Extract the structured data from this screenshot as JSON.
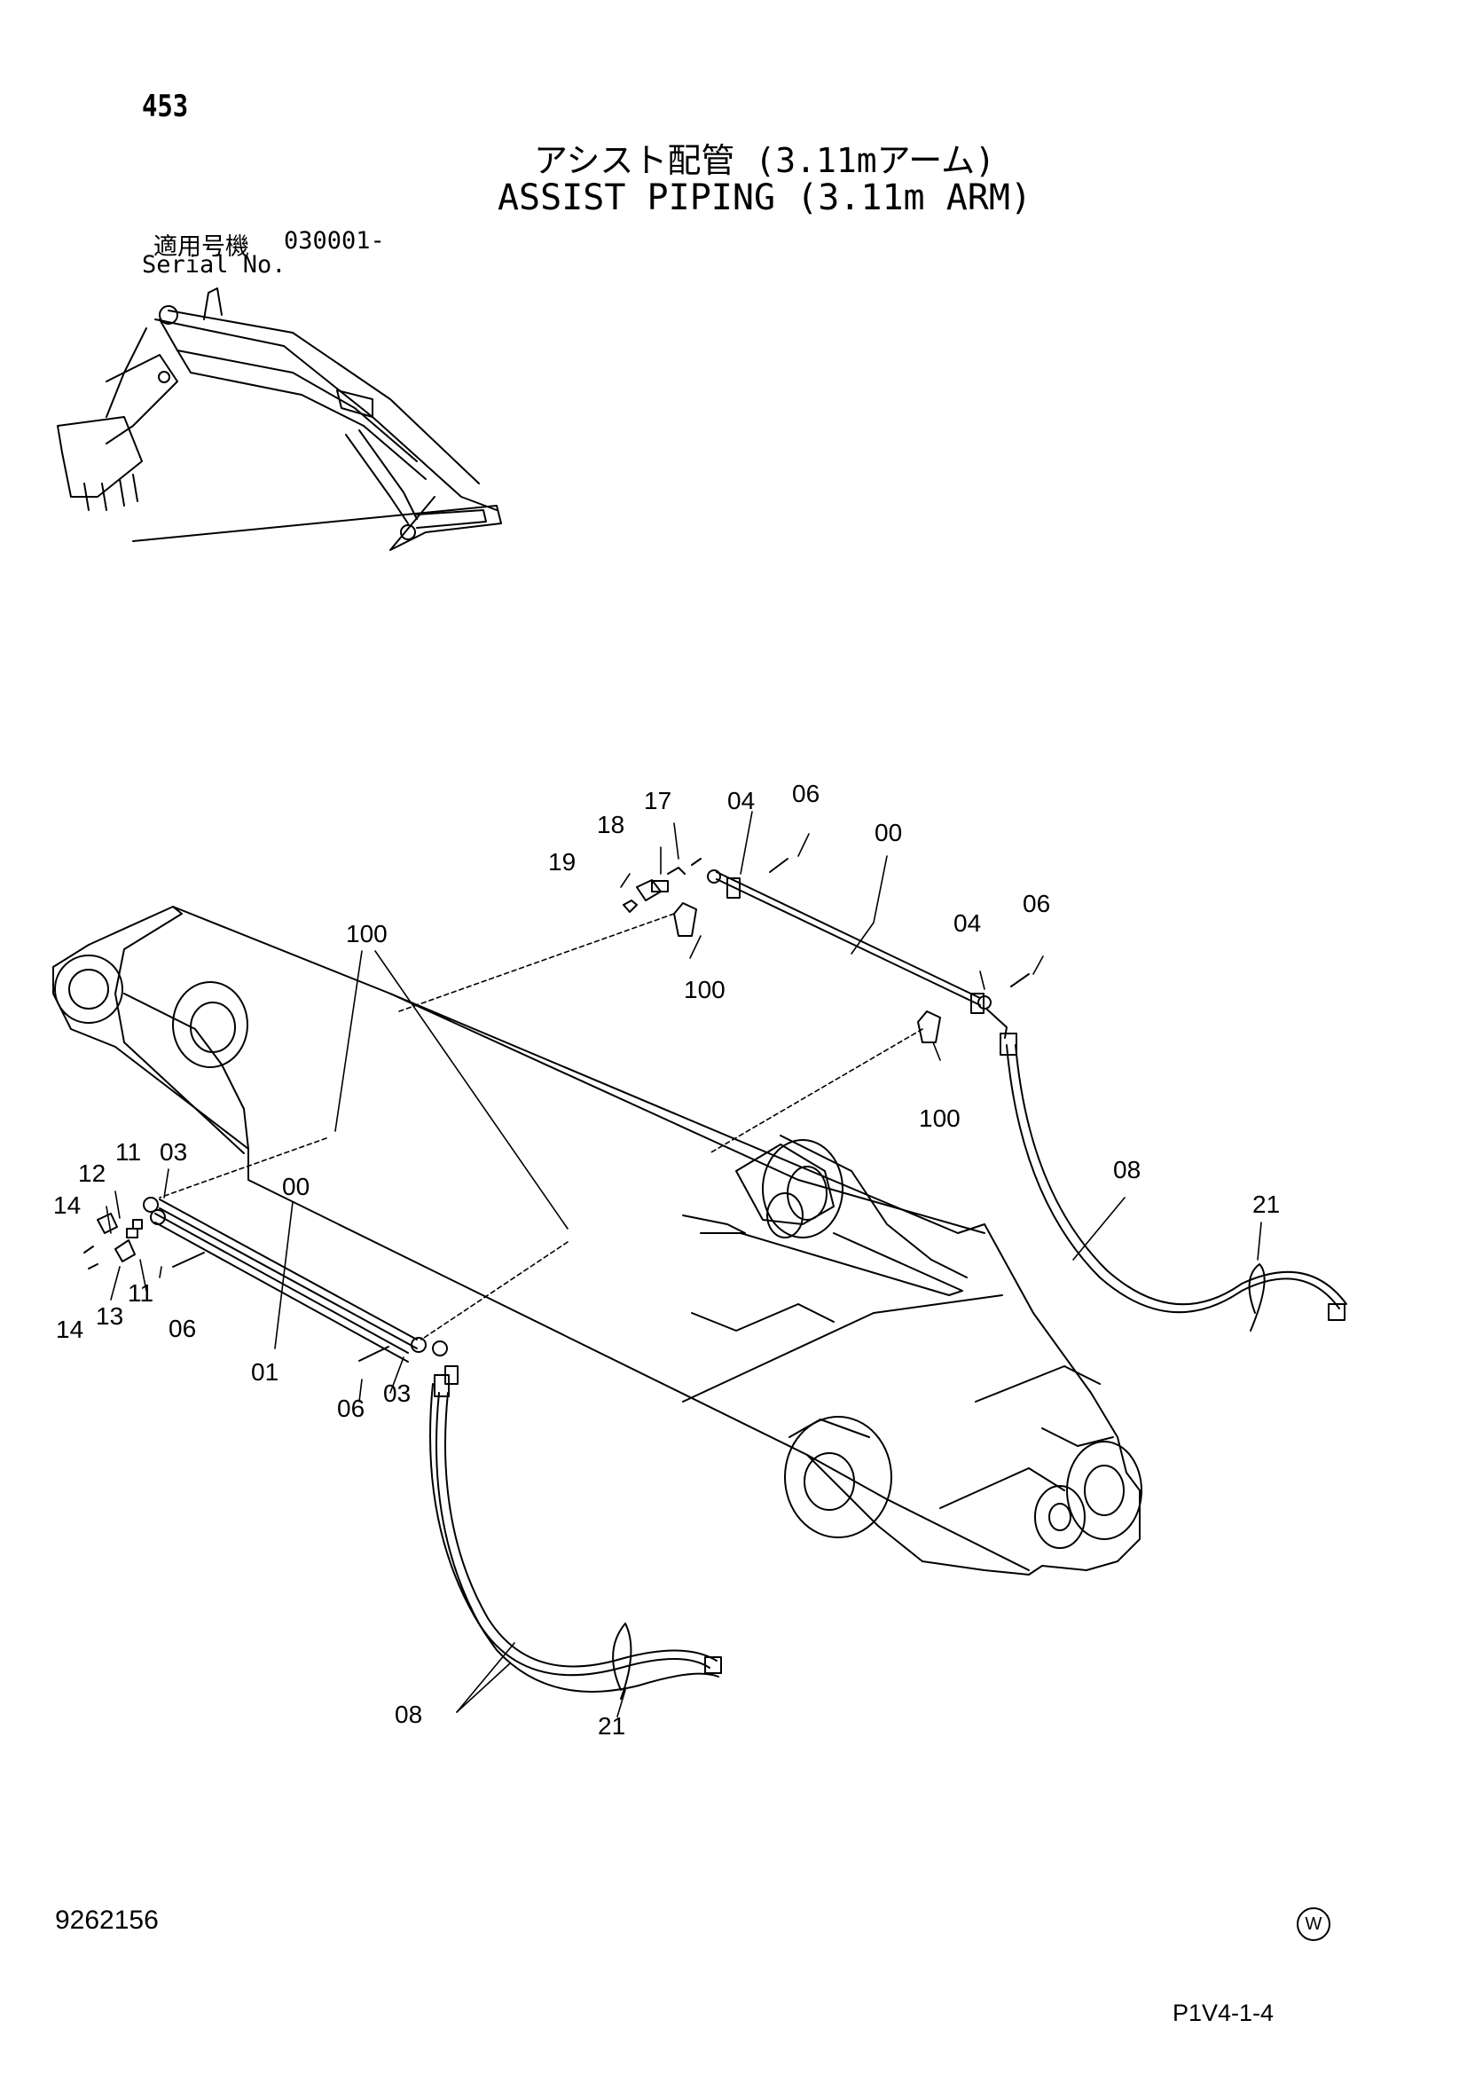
{
  "header": {
    "page_number": "453",
    "title_jp": "アシスト配管 (3.11mアーム)",
    "title_en": "ASSIST PIPING (3.11m ARM)",
    "serial_label_jp": "適用号機",
    "serial_value": "030001-",
    "serial_label_en": "Serial No."
  },
  "callouts": {
    "c00a": "00",
    "c00b": "00",
    "c01": "01",
    "c03a": "03",
    "c03b": "03",
    "c04a": "04",
    "c04b": "04",
    "c06a": "06",
    "c06b": "06",
    "c06c": "06",
    "c06d": "06",
    "c08a": "08",
    "c08b": "08",
    "c11a": "11",
    "c11b": "11",
    "c12": "12",
    "c13": "13",
    "c14a": "14",
    "c14b": "14",
    "c17": "17",
    "c18": "18",
    "c19": "19",
    "c21a": "21",
    "c21b": "21",
    "c100a": "100",
    "c100b": "100",
    "c100c": "100"
  },
  "footer": {
    "doc_number": "9262156",
    "mark": "W",
    "page_code": "P1V4-1-4"
  }
}
